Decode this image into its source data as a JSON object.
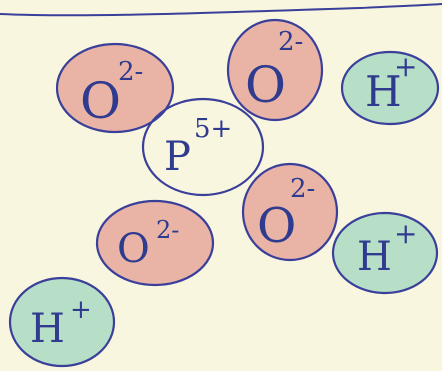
{
  "diagram": {
    "ions": [
      {
        "id": "o1",
        "symbol": "O",
        "charge": "2-",
        "fill": "#e9b4a6"
      },
      {
        "id": "o2",
        "symbol": "O",
        "charge": "2-",
        "fill": "#e9b4a6"
      },
      {
        "id": "h1",
        "symbol": "H",
        "charge": "+",
        "fill": "#b7dfc8"
      },
      {
        "id": "p",
        "symbol": "P",
        "charge": "5+",
        "fill": "none"
      },
      {
        "id": "o3",
        "symbol": "O",
        "charge": "2-",
        "fill": "#e9b4a6"
      },
      {
        "id": "o4",
        "symbol": "O",
        "charge": "2-",
        "fill": "#e9b4a6"
      },
      {
        "id": "h2",
        "symbol": "H",
        "charge": "+",
        "fill": "#b7dfc8"
      },
      {
        "id": "h3",
        "symbol": "H",
        "charge": "+",
        "fill": "#b7dfc8"
      }
    ],
    "colors": {
      "paper": "#f8f6df",
      "outline": "#3a3f9a",
      "ink": "#2f3b8f",
      "oxide_fill": "#e9b4a6",
      "proton_fill": "#b7dfc8"
    }
  }
}
